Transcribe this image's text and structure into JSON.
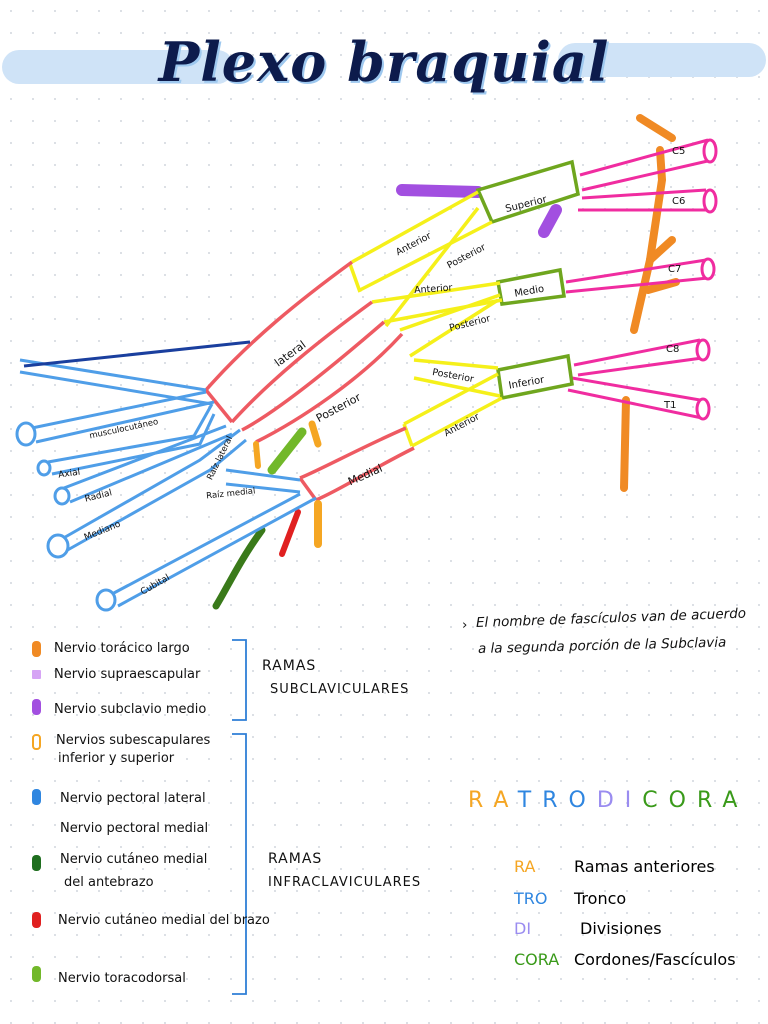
{
  "title": "Plexo braquial",
  "diagram": {
    "roots": [
      "C5",
      "C6",
      "C7",
      "C8",
      "T1"
    ],
    "trunks": [
      "Superior",
      "Medio",
      "Inferior"
    ],
    "divisions": {
      "anterior_1": "Anterior",
      "posterior_1": "Posterior",
      "anterior_2": "Anterior",
      "posterior_2": "Posterior",
      "posterior_3": "Posterior",
      "anterior_3": "Anterior"
    },
    "cords": {
      "lateral": "lateral",
      "posterior": "Posterior",
      "medial": "Medial"
    },
    "roots_of_median": {
      "lateral": "Raíz lateral",
      "medial": "Raíz medial"
    },
    "terminal_nerves": [
      "musculocutáneo",
      "Axial",
      "Radial",
      "Mediano",
      "Cubital"
    ]
  },
  "legend": {
    "items": [
      {
        "label": "Nervio torácico largo",
        "color": "#f08a24",
        "shape": "filled"
      },
      {
        "label": "Nervio supraescapular",
        "color": "#d6a4f5",
        "shape": "square"
      },
      {
        "label": "Nervio subclavio medio",
        "color": "#a24fe0",
        "shape": "filled"
      },
      {
        "label": "Nervios subescapulares",
        "label2": "inferior y superior",
        "color": "#f5a623",
        "shape": "outline"
      },
      {
        "label": "Nervio pectoral lateral",
        "color": "#2f86e0",
        "shape": "filled"
      },
      {
        "label": "Nervio pectoral medial",
        "color": "",
        "shape": "none"
      },
      {
        "label": "Nervio cutáneo medial",
        "label2": "del antebrazo",
        "color": "#1f6e1f",
        "shape": "filled"
      },
      {
        "label": "Nervio cutáneo medial del brazo",
        "color": "#e02020",
        "shape": "filled"
      },
      {
        "label": "Nervio toracodorsal",
        "color": "#72b82a",
        "shape": "filled"
      }
    ],
    "groups": {
      "subclavicular": {
        "line1": "RAMAS",
        "line2": "SUBCLAVICULARES"
      },
      "infraclavicular": {
        "line1": "RAMAS",
        "line2": "INFRACLAVICULARES"
      }
    },
    "bracket_color": "#2f7fd6"
  },
  "note": {
    "line1": "El nombre de fascículos van de acuerdo",
    "line2": "a la segunda porción de la Subclavia"
  },
  "mnemonic": {
    "letters": [
      {
        "t": "R",
        "color": "#f5a623"
      },
      {
        "t": "A",
        "color": "#f5a623"
      },
      {
        "t": "T",
        "color": "#2f86e0"
      },
      {
        "t": "R",
        "color": "#2f86e0"
      },
      {
        "t": "O",
        "color": "#2f86e0"
      },
      {
        "t": "D",
        "color": "#9a8cf0"
      },
      {
        "t": "I",
        "color": "#9a8cf0"
      },
      {
        "t": "C",
        "color": "#3a9a1a"
      },
      {
        "t": "O",
        "color": "#3a9a1a"
      },
      {
        "t": "R",
        "color": "#3a9a1a"
      },
      {
        "t": "A",
        "color": "#3a9a1a"
      }
    ],
    "rows": [
      {
        "key": "RA",
        "color": "#f5a623",
        "text": "Ramas anteriores"
      },
      {
        "key": "TRO",
        "color": "#2f86e0",
        "text": "Tronco"
      },
      {
        "key": "DI",
        "color": "#9a8cf0",
        "text": "Divisiones"
      },
      {
        "key": "CORA",
        "color": "#3a9a1a",
        "text": "Cordones/Fascículos"
      }
    ]
  },
  "colors": {
    "roots": "#f02ca0",
    "trunks": "#6fa61e",
    "divisions": "#f5f01a",
    "cords": "#ee5a62",
    "terminals": "#4f9ee8"
  }
}
